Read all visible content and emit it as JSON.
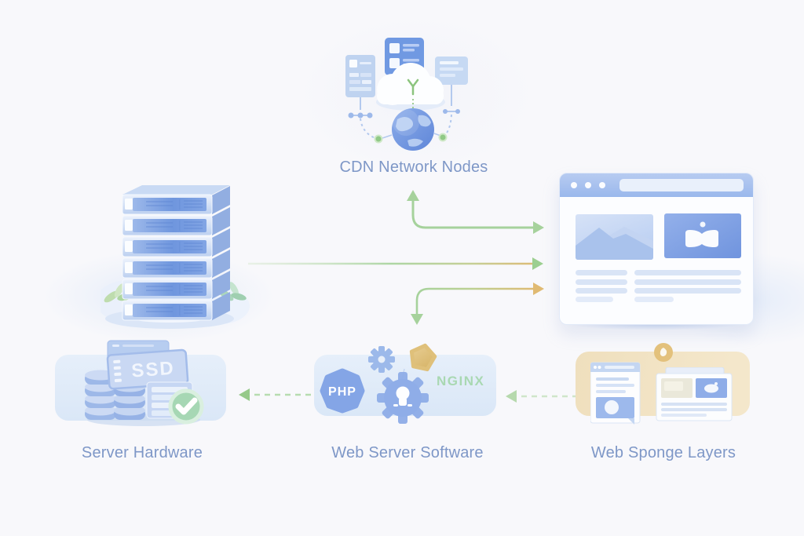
{
  "nodes": {
    "cdn": {
      "label": "CDN Network Nodes"
    },
    "server_hardware": {
      "label": "Server Hardware",
      "ssd_text": "SSD"
    },
    "web_server_software": {
      "label": "Web Server Software",
      "php_text": "PHP",
      "nginx_text": "NGINX"
    },
    "web_sponge_layers": {
      "label": "Web Sponge Layers"
    }
  },
  "colors": {
    "background": "#f8f8fb",
    "label_text": "#7e97c7",
    "arrow_green": "#a6d29c",
    "arrow_orange": "#e0ba72",
    "nginx_green": "#a9d8b2",
    "browser_chrome": "#a9c1ee",
    "panel_blue": "#e0eaf8",
    "panel_tan": "#f2e4c6",
    "accent_blue": "#5b85d6",
    "check_green": "#a6d7b4"
  }
}
